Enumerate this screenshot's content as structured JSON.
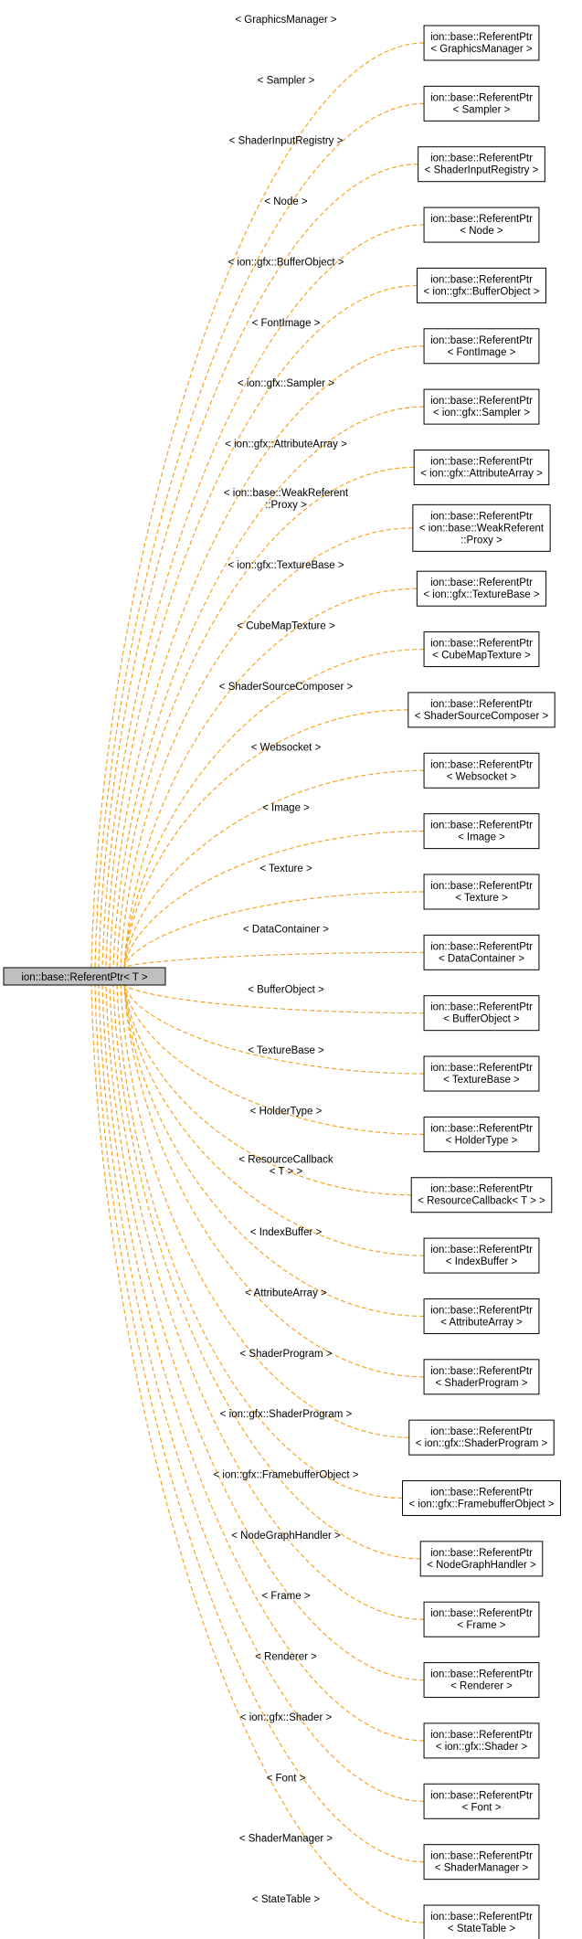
{
  "colors": {
    "edge": "#f5a623",
    "root_fill": "#bfbfbf",
    "node_fill": "#ffffff",
    "border": "#000000"
  },
  "root": {
    "label": "ion::base::ReferentPtr< T >"
  },
  "nodes": [
    {
      "lines": [
        "ion::base::ReferentPtr",
        "< GraphicsManager >"
      ],
      "edge_lines": [
        "< GraphicsManager >"
      ]
    },
    {
      "lines": [
        "ion::base::ReferentPtr",
        "< Sampler >"
      ],
      "edge_lines": [
        "< Sampler >"
      ]
    },
    {
      "lines": [
        "ion::base::ReferentPtr",
        "< ShaderInputRegistry >"
      ],
      "edge_lines": [
        "< ShaderInputRegistry >"
      ]
    },
    {
      "lines": [
        "ion::base::ReferentPtr",
        "< Node >"
      ],
      "edge_lines": [
        "< Node >"
      ]
    },
    {
      "lines": [
        "ion::base::ReferentPtr",
        "< ion::gfx::BufferObject >"
      ],
      "edge_lines": [
        "< ion::gfx::BufferObject >"
      ]
    },
    {
      "lines": [
        "ion::base::ReferentPtr",
        "< FontImage >"
      ],
      "edge_lines": [
        "< FontImage >"
      ]
    },
    {
      "lines": [
        "ion::base::ReferentPtr",
        "< ion::gfx::Sampler >"
      ],
      "edge_lines": [
        "< ion::gfx::Sampler >"
      ]
    },
    {
      "lines": [
        "ion::base::ReferentPtr",
        "< ion::gfx::AttributeArray >"
      ],
      "edge_lines": [
        "< ion::gfx::AttributeArray >"
      ]
    },
    {
      "lines": [
        "ion::base::ReferentPtr",
        "< ion::base::WeakReferent",
        "::Proxy >"
      ],
      "edge_lines": [
        "< ion::base::WeakReferent",
        "::Proxy >"
      ]
    },
    {
      "lines": [
        "ion::base::ReferentPtr",
        "< ion::gfx::TextureBase >"
      ],
      "edge_lines": [
        "< ion::gfx::TextureBase >"
      ]
    },
    {
      "lines": [
        "ion::base::ReferentPtr",
        "< CubeMapTexture >"
      ],
      "edge_lines": [
        "< CubeMapTexture >"
      ]
    },
    {
      "lines": [
        "ion::base::ReferentPtr",
        "< ShaderSourceComposer >"
      ],
      "edge_lines": [
        "< ShaderSourceComposer >"
      ]
    },
    {
      "lines": [
        "ion::base::ReferentPtr",
        "< Websocket >"
      ],
      "edge_lines": [
        "< Websocket >"
      ]
    },
    {
      "lines": [
        "ion::base::ReferentPtr",
        "< Image >"
      ],
      "edge_lines": [
        "< Image >"
      ]
    },
    {
      "lines": [
        "ion::base::ReferentPtr",
        "< Texture >"
      ],
      "edge_lines": [
        "< Texture >"
      ]
    },
    {
      "lines": [
        "ion::base::ReferentPtr",
        "< DataContainer >"
      ],
      "edge_lines": [
        "< DataContainer >"
      ]
    },
    {
      "lines": [
        "ion::base::ReferentPtr",
        "< BufferObject >"
      ],
      "edge_lines": [
        "< BufferObject >"
      ]
    },
    {
      "lines": [
        "ion::base::ReferentPtr",
        "< TextureBase >"
      ],
      "edge_lines": [
        "< TextureBase >"
      ]
    },
    {
      "lines": [
        "ion::base::ReferentPtr",
        "< HolderType >"
      ],
      "edge_lines": [
        "< HolderType >"
      ]
    },
    {
      "lines": [
        "ion::base::ReferentPtr",
        "< ResourceCallback< T > >"
      ],
      "edge_lines": [
        "< ResourceCallback",
        "< T > >"
      ]
    },
    {
      "lines": [
        "ion::base::ReferentPtr",
        "< IndexBuffer >"
      ],
      "edge_lines": [
        "< IndexBuffer >"
      ]
    },
    {
      "lines": [
        "ion::base::ReferentPtr",
        "< AttributeArray >"
      ],
      "edge_lines": [
        "< AttributeArray >"
      ]
    },
    {
      "lines": [
        "ion::base::ReferentPtr",
        "< ShaderProgram >"
      ],
      "edge_lines": [
        "< ShaderProgram >"
      ]
    },
    {
      "lines": [
        "ion::base::ReferentPtr",
        "< ion::gfx::ShaderProgram >"
      ],
      "edge_lines": [
        "< ion::gfx::ShaderProgram >"
      ]
    },
    {
      "lines": [
        "ion::base::ReferentPtr",
        "< ion::gfx::FramebufferObject >"
      ],
      "edge_lines": [
        "< ion::gfx::FramebufferObject >"
      ]
    },
    {
      "lines": [
        "ion::base::ReferentPtr",
        "< NodeGraphHandler >"
      ],
      "edge_lines": [
        "< NodeGraphHandler >"
      ]
    },
    {
      "lines": [
        "ion::base::ReferentPtr",
        "< Frame >"
      ],
      "edge_lines": [
        "< Frame >"
      ]
    },
    {
      "lines": [
        "ion::base::ReferentPtr",
        "< Renderer >"
      ],
      "edge_lines": [
        "< Renderer >"
      ]
    },
    {
      "lines": [
        "ion::base::ReferentPtr",
        "< ion::gfx::Shader >"
      ],
      "edge_lines": [
        "< ion::gfx::Shader >"
      ]
    },
    {
      "lines": [
        "ion::base::ReferentPtr",
        "< Font >"
      ],
      "edge_lines": [
        "< Font >"
      ]
    },
    {
      "lines": [
        "ion::base::ReferentPtr",
        "< ShaderManager >"
      ],
      "edge_lines": [
        "< ShaderManager >"
      ]
    },
    {
      "lines": [
        "ion::base::ReferentPtr",
        "< StateTable >"
      ],
      "edge_lines": [
        "< StateTable >"
      ]
    }
  ]
}
